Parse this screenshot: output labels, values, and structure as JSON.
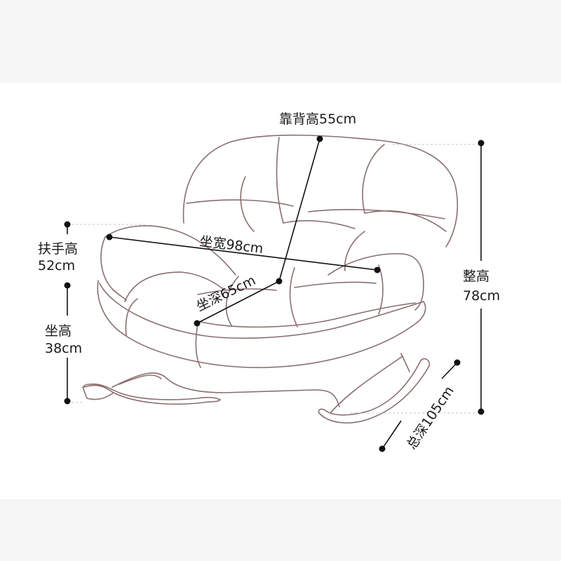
{
  "dimensions": {
    "backrest_height": "靠背高55cm",
    "seat_width": "坐宽98cm",
    "seat_depth": "坐深65cm",
    "armrest_height_name": "扶手高",
    "armrest_height_value": "52cm",
    "seat_height_name": "坐高",
    "seat_height_value": "38cm",
    "overall_height_name": "整高",
    "overall_height_value": "78cm",
    "overall_depth": "总深105cm"
  },
  "colors": {
    "outline": "#8a6e6e",
    "dimension_line": "#111111",
    "band": "#f6f6f6"
  }
}
